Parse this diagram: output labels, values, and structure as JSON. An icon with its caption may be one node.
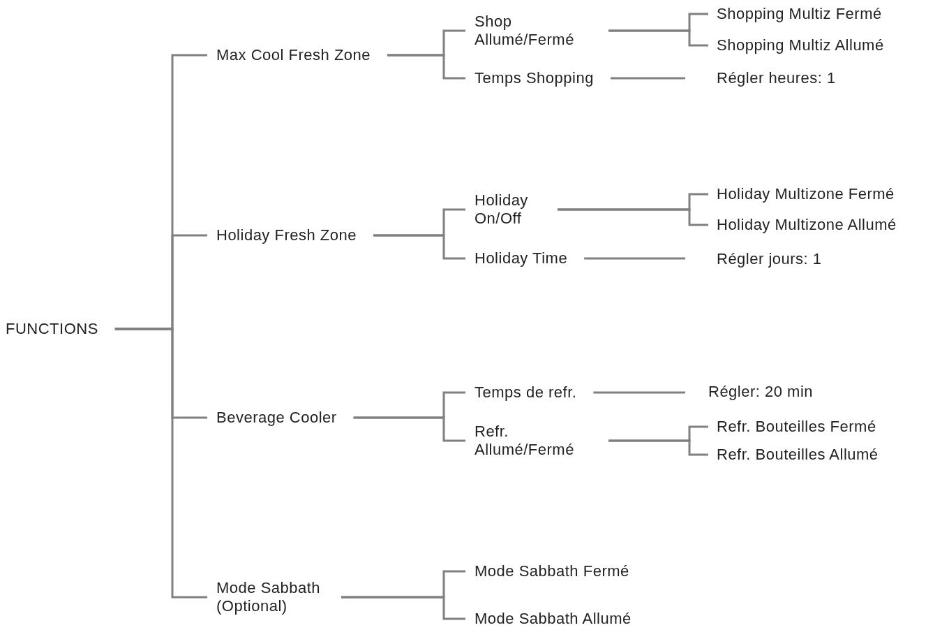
{
  "diagram": {
    "nodes": [
      {
        "text": [
          "FUNCTIONS"
        ]
      },
      {
        "text": [
          "Max Cool Fresh Zone"
        ]
      },
      {
        "text": [
          "Holiday Fresh Zone"
        ]
      },
      {
        "text": [
          "Beverage Cooler"
        ]
      },
      {
        "text": [
          "Mode Sabbath (Optional)"
        ]
      },
      {
        "text": [
          "Shop Allumé/Fermé"
        ]
      },
      {
        "text": [
          "Temps Shopping"
        ]
      },
      {
        "text": [
          "Shopping Multiz Fermé"
        ]
      },
      {
        "text": [
          "Shopping Multiz Allumé"
        ]
      },
      {
        "text": [
          "Régler heures: 1"
        ]
      },
      {
        "text": [
          "Holiday On/Off"
        ]
      },
      {
        "text": [
          "Holiday Time"
        ]
      },
      {
        "text": [
          "Holiday Multizone Fermé"
        ]
      },
      {
        "text": [
          "Holiday Multizone Allumé"
        ]
      },
      {
        "text": [
          "Régler jours: 1"
        ]
      },
      {
        "text": [
          "Temps de refr."
        ]
      },
      {
        "text": [
          "Refr. Allumé/Fermé"
        ]
      },
      {
        "text": [
          "Régler: 20 min"
        ]
      },
      {
        "text": [
          "Refr. Bouteilles Fermé"
        ]
      },
      {
        "text": [
          "Refr. Bouteilles Allumé"
        ]
      },
      {
        "text": [
          "Mode Sabbath Fermé"
        ]
      },
      {
        "text": [
          "Mode Sabbath Allumé"
        ]
      }
    ],
    "edges": [
      {
        "from": 0,
        "to": 1,
        "arrow": "none"
      },
      {
        "from": 0,
        "to": 2,
        "arrow": "none"
      },
      {
        "from": 0,
        "to": 3,
        "arrow": "none"
      },
      {
        "from": 0,
        "to": 4,
        "arrow": "none"
      },
      {
        "from": 1,
        "to": 5,
        "arrow": "none"
      },
      {
        "from": 1,
        "to": 6,
        "arrow": "none"
      },
      {
        "from": 5,
        "to": 7,
        "arrow": "none"
      },
      {
        "from": 5,
        "to": 8,
        "arrow": "none"
      },
      {
        "from": 6,
        "to": 9,
        "arrow": "none"
      },
      {
        "from": 2,
        "to": 10,
        "arrow": "none"
      },
      {
        "from": 2,
        "to": 11,
        "arrow": "none"
      },
      {
        "from": 10,
        "to": 12,
        "arrow": "none"
      },
      {
        "from": 10,
        "to": 13,
        "arrow": "none"
      },
      {
        "from": 11,
        "to": 14,
        "arrow": "none"
      },
      {
        "from": 3,
        "to": 15,
        "arrow": "none"
      },
      {
        "from": 3,
        "to": 16,
        "arrow": "none"
      },
      {
        "from": 15,
        "to": 17,
        "arrow": "none"
      },
      {
        "from": 16,
        "to": 18,
        "arrow": "none"
      },
      {
        "from": 16,
        "to": 19,
        "arrow": "none"
      },
      {
        "from": 4,
        "to": 20,
        "arrow": "none"
      },
      {
        "from": 4,
        "to": 21,
        "arrow": "none"
      }
    ]
  }
}
